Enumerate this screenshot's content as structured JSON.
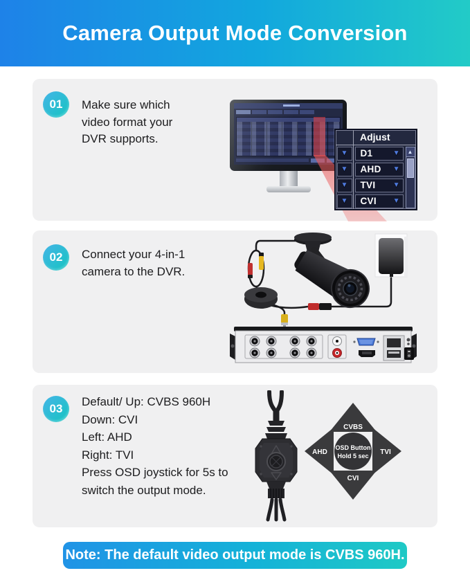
{
  "header": {
    "title": "Camera Output Mode Conversion"
  },
  "steps": [
    {
      "number": "01",
      "text": "Make sure which\nvideo format your\nDVR supports."
    },
    {
      "number": "02",
      "text": "Connect your 4-in-1\ncamera to the DVR."
    },
    {
      "number": "03",
      "text": "Default/ Up: CVBS 960H\nDown: CVI\nLeft: AHD\nRight: TVI\nPress OSD joystick for 5s to\nswitch the output mode."
    }
  ],
  "step1_figure": {
    "callout": {
      "header": "Adjust",
      "rows": [
        "D1",
        "AHD",
        "TVI",
        "CVI"
      ],
      "dropdown_icon": "▼",
      "scroll_up_icon": "▲"
    }
  },
  "step3_figure": {
    "dpad": {
      "up": "CVBS",
      "left": "AHD",
      "right": "TVI",
      "down": "CVI",
      "center_line1": "OSD Button",
      "center_line2": "Hold 5 sec"
    }
  },
  "note": {
    "text": "Note: The default video output mode is CVBS 960H."
  },
  "colors": {
    "gradient_start": "#1e82e8",
    "gradient_end": "#22cbc7",
    "card_bg": "#f0f0f1",
    "screen_navy": "#232944",
    "dropdown_arrow_blue": "#4f7be0",
    "beam_red": "#e85555"
  }
}
